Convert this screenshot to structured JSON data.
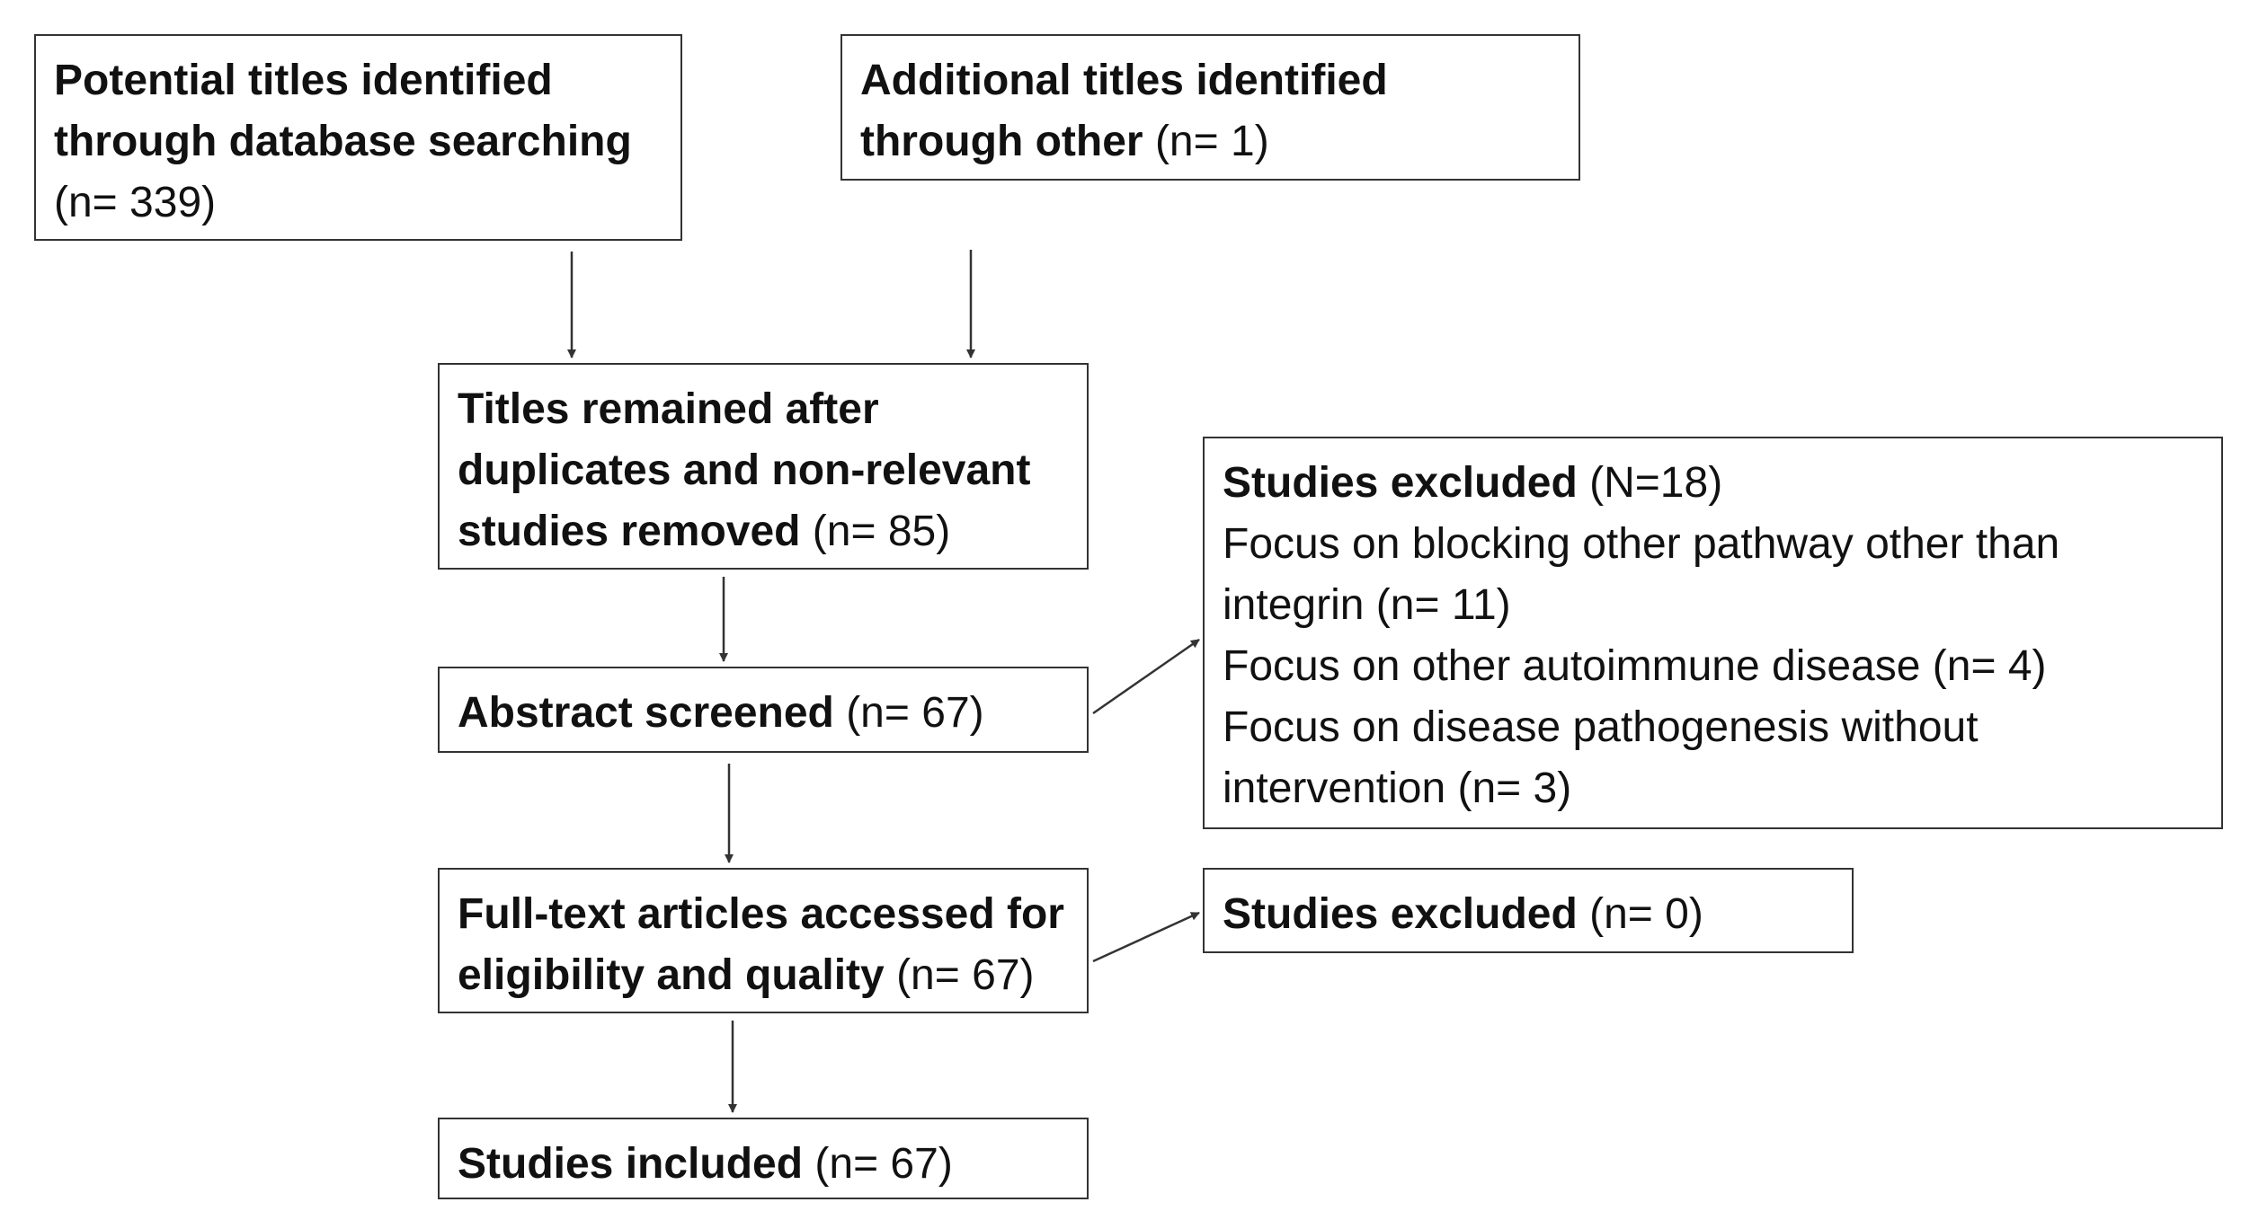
{
  "boxes": {
    "database": {
      "line1": "Potential titles identified",
      "line2": "through database searching",
      "line3": "(n= 339)"
    },
    "other": {
      "line1": "Additional titles identified",
      "line2_bold": "through other",
      "line2_rest": " (n= 1)"
    },
    "remained": {
      "line1": "Titles remained after",
      "line2": "duplicates and non-relevant",
      "line3_bold": "studies removed",
      "line3_rest": " (n= 85)"
    },
    "abstract": {
      "bold": "Abstract screened",
      "rest": " (n= 67)"
    },
    "excluded1": {
      "title_bold": "Studies excluded",
      "title_rest": " (N=18)",
      "reasons": [
        "Focus on blocking other pathway other than",
        "integrin (n= 11)",
        "Focus on other autoimmune disease (n= 4)",
        "Focus on disease pathogenesis without",
        "intervention (n= 3)"
      ]
    },
    "fulltext": {
      "line1": "Full-text articles accessed for",
      "line2_bold": "eligibility and quality",
      "line2_rest": " (n= 67)"
    },
    "excluded2": {
      "bold": "Studies excluded",
      "rest": " (n= 0)"
    },
    "included": {
      "bold": "Studies included",
      "rest": " (n= 67)"
    }
  }
}
